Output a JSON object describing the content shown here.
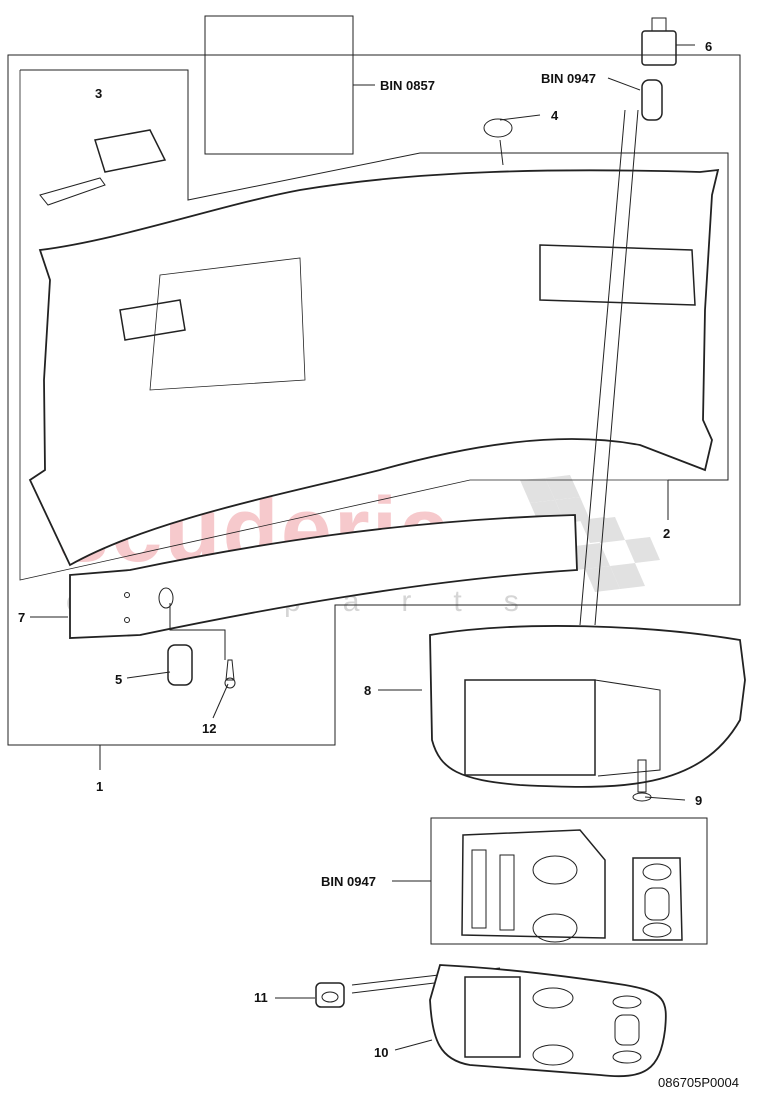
{
  "diagram": {
    "code": "086705P0004",
    "watermark": {
      "brand": "scuderia",
      "sub": "car parts"
    },
    "callouts": [
      {
        "id": "1",
        "label": "1"
      },
      {
        "id": "2",
        "label": "2"
      },
      {
        "id": "3",
        "label": "3"
      },
      {
        "id": "4",
        "label": "4"
      },
      {
        "id": "5",
        "label": "5"
      },
      {
        "id": "6",
        "label": "6"
      },
      {
        "id": "7",
        "label": "7"
      },
      {
        "id": "8",
        "label": "8"
      },
      {
        "id": "9",
        "label": "9"
      },
      {
        "id": "10",
        "label": "10"
      },
      {
        "id": "11",
        "label": "11"
      },
      {
        "id": "12",
        "label": "12"
      }
    ],
    "bins": [
      {
        "id": "bin-top",
        "label": "BIN 0857"
      },
      {
        "id": "bin-right",
        "label": "BIN 0947"
      },
      {
        "id": "bin-bottom",
        "label": "BIN 0947"
      }
    ]
  }
}
